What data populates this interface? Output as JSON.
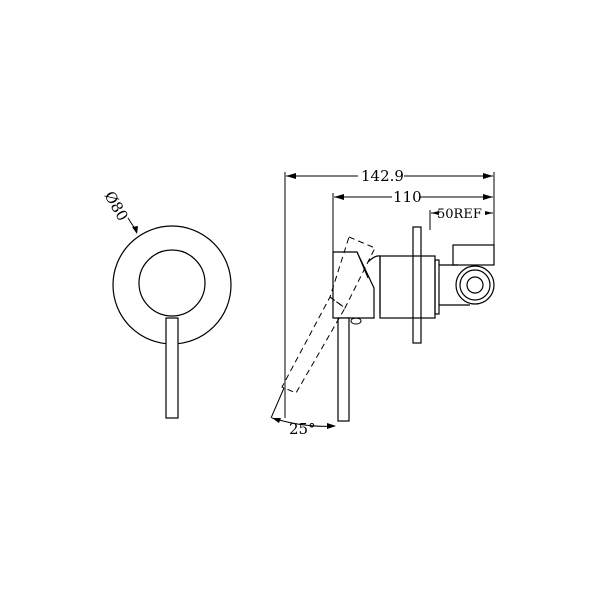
{
  "drawing": {
    "type": "technical-drawing",
    "subject": "wall mixer with lever handle",
    "views": [
      "front-view",
      "side-view"
    ],
    "line_color": "#000000",
    "background": "#ffffff"
  },
  "front_view": {
    "diameter_label": "Ø80"
  },
  "side_view": {
    "dimensions": {
      "overall_depth": "142.9",
      "body_depth": "110",
      "reference": "50REF",
      "lever_angle": "25°"
    }
  }
}
